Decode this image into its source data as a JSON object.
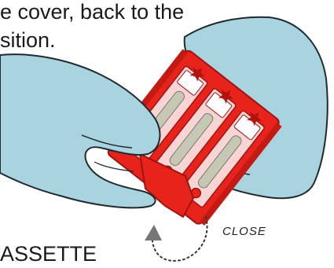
{
  "caption": {
    "line1": "e cover, back to the",
    "line2": "sition.",
    "line3": "ASSETTE"
  },
  "annotation": {
    "close_label": "CLOSE"
  },
  "colors": {
    "glove_fill": "#a9d3df",
    "glove_stroke": "#1f2a2e",
    "cassette_red": "#e8231b",
    "cassette_dark": "#9e1410",
    "cassette_pink": "#f8d4d4",
    "tube_grey": "#c7c7b5"
  },
  "icons": [
    "left-glove-hand",
    "right-glove-hand",
    "red-cassette",
    "curved-arrow-icon"
  ]
}
